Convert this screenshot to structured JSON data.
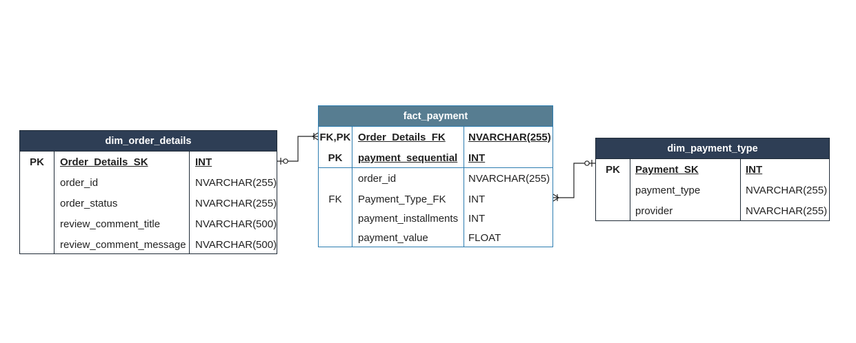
{
  "entities": {
    "dim_order_details": {
      "title": "dim_order_details",
      "rows": [
        {
          "key": "PK",
          "name": "Order_Details_SK",
          "type": "INT"
        },
        {
          "key": "",
          "name": "order_id",
          "type": "NVARCHAR(255)"
        },
        {
          "key": "",
          "name": "order_status",
          "type": "NVARCHAR(255)"
        },
        {
          "key": "",
          "name": "review_comment_title",
          "type": "NVARCHAR(500)"
        },
        {
          "key": "",
          "name": "review_comment_message",
          "type": "NVARCHAR(500)"
        }
      ]
    },
    "fact_payment": {
      "title": "fact_payment",
      "keys": [
        {
          "key": "FK,PK",
          "name": "Order_Details_FK",
          "type": "NVARCHAR(255)"
        },
        {
          "key": "PK",
          "name": "payment_sequential",
          "type": "INT"
        }
      ],
      "rows": [
        {
          "key": "",
          "name": "order_id",
          "type": "NVARCHAR(255)"
        },
        {
          "key": "FK",
          "name": "Payment_Type_FK",
          "type": "INT"
        },
        {
          "key": "",
          "name": "payment_installments",
          "type": "INT"
        },
        {
          "key": "",
          "name": "payment_value",
          "type": "FLOAT"
        }
      ]
    },
    "dim_payment_type": {
      "title": "dim_payment_type",
      "rows": [
        {
          "key": "PK",
          "name": "Payment_SK",
          "type": "INT"
        },
        {
          "key": "",
          "name": "payment_type",
          "type": "NVARCHAR(255)"
        },
        {
          "key": "",
          "name": "provider",
          "type": "NVARCHAR(255)"
        }
      ]
    }
  },
  "relationships": [
    {
      "from": "dim_order_details.Order_Details_SK",
      "from_cardinality": "zero-or-one",
      "to": "fact_payment.Order_Details_FK",
      "to_cardinality": "one-or-many"
    },
    {
      "from": "dim_payment_type.Payment_SK",
      "from_cardinality": "zero-or-one",
      "to": "fact_payment.Payment_Type_FK",
      "to_cardinality": "one-or-many"
    }
  ],
  "colors": {
    "dim_header": "#2e3e55",
    "fact_header": "#577d91",
    "fact_border": "#2c7cb0",
    "line": "#222222"
  }
}
